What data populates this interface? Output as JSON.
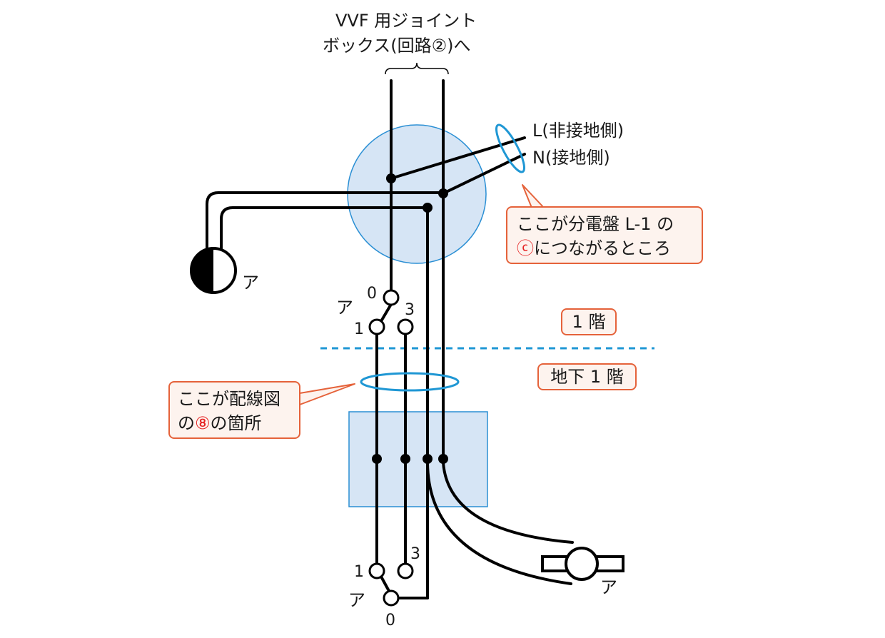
{
  "header": {
    "line1": "VVF 用ジョイント",
    "line2": "ボックス(回路②)へ"
  },
  "feed": {
    "l_label": "L(非接地側)",
    "n_label": "N(接地側)"
  },
  "callout_top": {
    "line1": "ここが分電盤 L-1 の",
    "mark": "ⓒ",
    "line2_rest": "につながるところ"
  },
  "callout_left": {
    "line1": "ここが配線図",
    "prefix": "の",
    "mark": "⑧",
    "suffix": "の箇所"
  },
  "floors": {
    "upper": "1 階",
    "lower": "地下 1 階"
  },
  "lamp": {
    "label": "ア"
  },
  "switch_upper": {
    "label": "ア",
    "t0": "0",
    "t1": "1",
    "t3": "3"
  },
  "switch_lower": {
    "label": "ア",
    "t0": "0",
    "t1": "1",
    "t3": "3"
  },
  "light": {
    "label": "ア"
  },
  "colors": {
    "wire": "#000000",
    "box_fill": "#d6e5f5",
    "box_stroke": "#2a8fd4",
    "accent_orange": "#e5623a",
    "accent_red": "#e52222",
    "dashed": "#1f97d4"
  }
}
